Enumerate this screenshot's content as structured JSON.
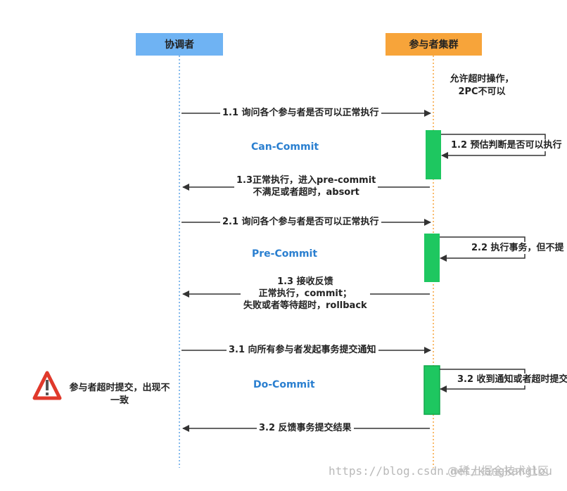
{
  "actors": {
    "left": "协调者",
    "right": "参与者集群"
  },
  "note_top": [
    "允许超时操作，",
    "2PC不可以"
  ],
  "phases": {
    "can_commit": "Can-Commit",
    "pre_commit": "Pre-Commit",
    "do_commit": "Do-Commit"
  },
  "messages": {
    "m1_1": "1.1 询问各个参与者是否可以正常执行",
    "m1_2": "1.2 预估判断是否可以执行",
    "m1_3": [
      "1.3正常执行，进入pre-commit",
      "不满足或者超时，absort"
    ],
    "m2_1": "2.1 询问各个参与者是否可以正常执行",
    "m2_2": "2.2 执行事务，但不提",
    "m2_3": [
      "1.3 接收反馈",
      "正常执行，commit；",
      "失败或者等待超时，rollback"
    ],
    "m3_1": "3.1 向所有参与者发起事务提交通知",
    "m3_2": "3.2 收到通知或者超时提交",
    "m3_3": "3.2 反馈事务提交结果"
  },
  "warning": [
    "参与者超时提交，出现不",
    "一致"
  ],
  "watermark": {
    "url": "https://blog.csdn.net/kangkanglou",
    "site": "@稀土掘金技术社区"
  },
  "colors": {
    "left_actor": "#6fb3f3",
    "right_actor": "#f7a43a",
    "activation": "#1ec760",
    "phase_text": "#2a7fd0",
    "warning": "#e0392b"
  }
}
